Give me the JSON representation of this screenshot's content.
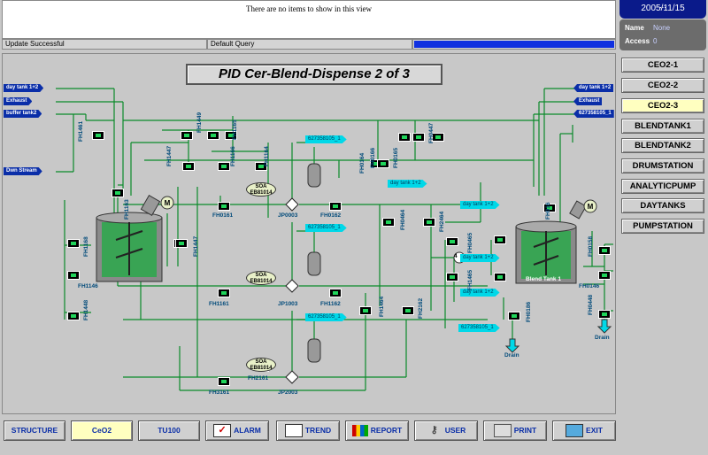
{
  "message_panel": {
    "text": "There are no items to show in this view"
  },
  "status_bar": {
    "left": "Update Successful",
    "middle": "Default Query",
    "progress": 1.0
  },
  "date_box": {
    "time": "...",
    "date": "2005/11/15"
  },
  "user_box": {
    "name_label": "Name",
    "name_value": "None",
    "access_label": "Access",
    "access_value": "0"
  },
  "title": "PID Cer-Blend-Dispense 2 of 3",
  "left_tags": [
    "day tank 1+2",
    "Exhaust",
    "buffer tank2",
    "Dwn Stream"
  ],
  "right_tags": [
    "day tank 1+2",
    "Exhaust",
    "627358105_1"
  ],
  "cyan_tags": [
    "627358105_1",
    "day tank 1+2",
    "day tank 1+2",
    "627358105_1",
    "627358105_1",
    "day tank 1+2",
    "day tank 1+2",
    "627358105_1"
  ],
  "valve_labels": {
    "FH1461": "FH1461",
    "FH1449": "FH1449",
    "FH1165": "FH1165",
    "FH1447a": "FH1447",
    "FH1166": "FH1166",
    "FH1164": "FH1164",
    "FH1163": "FH1163",
    "FH0164": "FH0164",
    "FH0166": "FH0166",
    "FH0165": "FH0165",
    "FH0447": "FH0447",
    "FH0161": "FH0161",
    "FH0162": "FH0162",
    "FH1447b": "FH1447",
    "FH1168": "FH1168",
    "FH1146": "FH1146",
    "FH1161": "FH1161",
    "FH1162": "FH1162",
    "FH1448": "FH1448",
    "FH0464": "FH0464",
    "FH2464": "FH2464",
    "FH0465": "FH0465",
    "FH1465": "FH1465",
    "FH1464": "FH1464",
    "FH2162": "FH2162",
    "FH0186": "FH0186",
    "FH016": "FH016",
    "FH0158": "FH0158",
    "FH0146": "FH0146",
    "FH0448": "FH0448",
    "FH2161": "FH2161",
    "FH3161": "FH3161"
  },
  "pumps": [
    "JP0003",
    "JP1003",
    "JP2003"
  ],
  "soa": [
    {
      "l1": "SOA",
      "l2": "EB81014"
    },
    {
      "l1": "SOA",
      "l2": "EB81014"
    },
    {
      "l1": "SOA",
      "l2": "EB81014"
    }
  ],
  "motor": "M",
  "node_label": "4",
  "tank_label": "Blend Tank 1",
  "drain_labels": [
    "Drain",
    "Drain"
  ],
  "nav": {
    "items": [
      "CEO2-1",
      "CEO2-2",
      "CEO2-3",
      "BLENDTANK1",
      "BLENDTANK2",
      "DRUMSTATION",
      "ANALYTICPUMP",
      "DAYTANKS",
      "PUMPSTATION"
    ],
    "active_index": 2
  },
  "toolbar": {
    "structure": "STRUCTURE",
    "ceo2": "CeO2",
    "tu100": "TU100",
    "alarm": "ALARM",
    "trend": "TREND",
    "report": "REPORT",
    "user": "USER",
    "print": "PRINT",
    "exit": "EXIT"
  },
  "colors": {
    "pipe": "#0a8a2a",
    "tag_blue": "#0a2ea8",
    "tag_cyan": "#00d8e8",
    "nav_active": "#ffffc0",
    "title_bar": "#0a1a8a"
  }
}
